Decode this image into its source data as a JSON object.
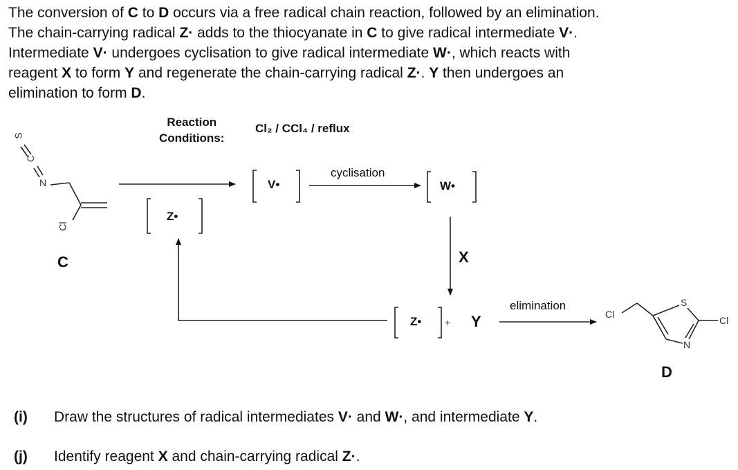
{
  "intro": {
    "lines": [
      [
        "The conversion of ",
        "C",
        " to ",
        "D",
        " occurs via a free radical chain reaction, followed by an elimination."
      ],
      [
        "The chain-carrying radical ",
        "Z·",
        " adds to the thiocyanate in ",
        "C",
        " to give radical intermediate ",
        "V·",
        "."
      ],
      [
        "Intermediate ",
        "V·",
        " undergoes cyclisation to give radical intermediate ",
        "W·",
        ", which reacts with"
      ],
      [
        "reagent ",
        "X",
        " to form ",
        "Y",
        " and regenerate the chain-carrying radical ",
        "Z·",
        ". ",
        "Y",
        " then undergoes an"
      ],
      [
        "elimination to form ",
        "D",
        "."
      ]
    ]
  },
  "scheme": {
    "conditions_label_1": "Reaction",
    "conditions_label_2": "Conditions:",
    "conditions": "Cl₂ / CCl₄ / reflux",
    "compound_c": {
      "label": "C",
      "atoms": {
        "s": "S",
        "c": "C",
        "n": "N",
        "cl": "Cl"
      }
    },
    "radical_v": "V•",
    "radical_w": "W•",
    "radical_z": "Z•",
    "radical_z2": "Z•",
    "cyclisation": "cyclisation",
    "reagent_x": "X",
    "plus": "+",
    "product_y": "Y",
    "elimination": "elimination",
    "compound_d": {
      "label": "D",
      "atoms": {
        "cl1": "Cl",
        "s": "S",
        "n": "N",
        "cl2": "Cl"
      }
    }
  },
  "questions": [
    {
      "num": "(i)",
      "parts": [
        "Draw the structures of radical intermediates ",
        "V·",
        " and ",
        "W·",
        ", and intermediate ",
        "Y",
        "."
      ]
    },
    {
      "num": "(j)",
      "parts": [
        "Identify reagent ",
        "X",
        " and chain-carrying radical ",
        "Z·",
        "."
      ]
    }
  ]
}
